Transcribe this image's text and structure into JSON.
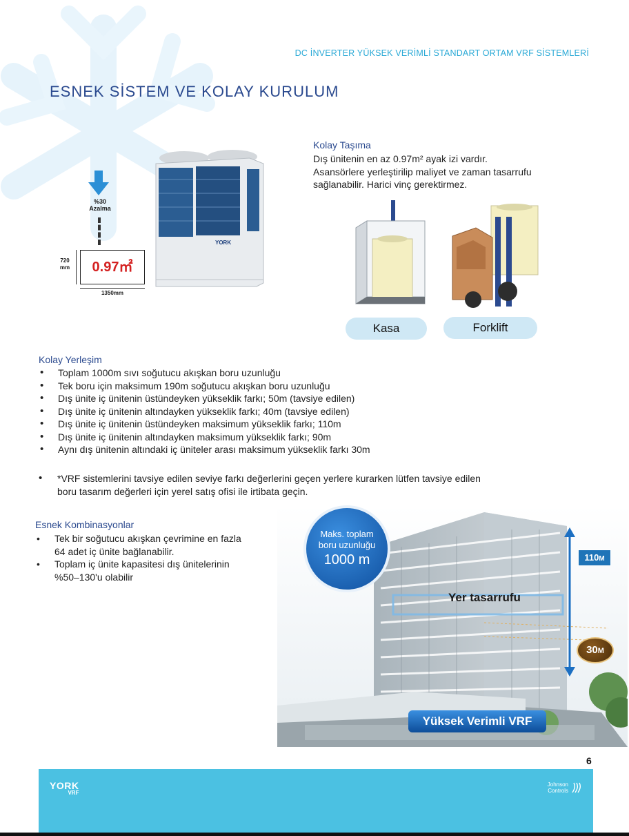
{
  "header": {
    "tagline": "DC İNVERTER YÜKSEK VERİMLİ STANDART ORTAM VRF SİSTEMLERİ",
    "title": "ESNEK SİSTEM VE KOLAY KURULUM"
  },
  "unit_figure": {
    "reduction_percent": "%30",
    "reduction_label": "Azalma",
    "height_label": "720",
    "height_unit": "mm",
    "footprint_label": "0.97㎡",
    "width_label": "1350mm",
    "brand_on_unit": "YORK"
  },
  "kolay_tasima": {
    "heading": "Kolay Taşıma",
    "lines": [
      "Dış ünitenin en az 0.97m² ayak izi vardır.",
      "Asansörlere yerleştirilip maliyet ve zaman tasarrufu",
      "sağlanabilir. Harici vinç gerektirmez."
    ],
    "kasa_label": "Kasa",
    "forklift_label": "Forklift"
  },
  "kolay_yerlesim": {
    "heading": "Kolay Yerleşim",
    "items": [
      "Toplam 1000m sıvı soğutucu akışkan boru uzunluğu",
      "Tek boru için maksimum 190m soğutucu akışkan boru uzunluğu",
      "Dış ünite iç ünitenin üstündeyken yükseklik farkı; 50m (tavsiye edilen)",
      "Dış ünite iç ünitenin altındayken yükseklik farkı; 40m (tavsiye edilen)",
      "Dış ünite iç ünitenin üstündeyken maksimum yükseklik farkı; 110m",
      "Dış ünite iç ünitenin altındayken maksimum yükseklik farkı; 90m",
      "Aynı dış ünitenin altındaki iç üniteler arası maksimum yükseklik farkı 30m"
    ],
    "note_line1": "*VRF sistemlerini tavsiye edilen seviye farkı değerlerini geçen yerlere kurarken lütfen tavsiye edilen",
    "note_line2": "boru tasarım değerleri için yerel satış ofisi ile irtibata geçin."
  },
  "esnek_kombinasyonlar": {
    "heading": "Esnek Kombinasyonlar",
    "item1_line1": "Tek bir soğutucu akışkan çevrimine en fazla",
    "item1_line2": "64 adet iç ünite bağlanabilir.",
    "item2_line1": "Toplam iç ünite kapasitesi dış ünitelerinin",
    "item2_line2": "%50–130'u olabilir"
  },
  "building_figure": {
    "circle_line1": "Maks. toplam",
    "circle_line2": "boru uzunluğu",
    "circle_value": "1000 m",
    "height_badge": "110",
    "height_badge_unit": "M",
    "space_label": "Yer tasarrufu",
    "lower_badge": "30",
    "lower_badge_unit": "M",
    "banner": "Yüksek Verimli VRF"
  },
  "page_number": "6",
  "footer": {
    "brand": "YORK",
    "brand_sub": "VRF",
    "partner_line1": "Johnson",
    "partner_line2": "Controls"
  },
  "colors": {
    "accent_blue": "#2b4a8f",
    "cyan": "#2aa9d6",
    "footer_bg": "#4bc1e2",
    "pill_bg": "#cfe8f5"
  }
}
